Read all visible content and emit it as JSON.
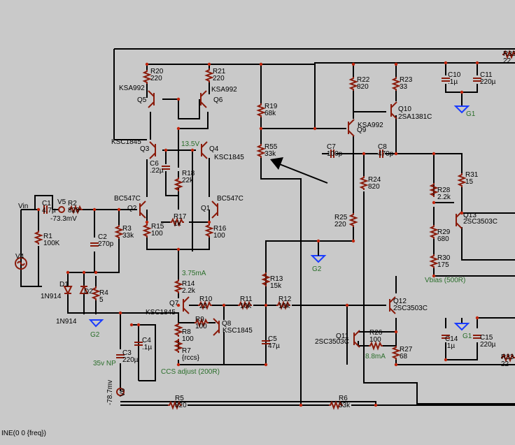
{
  "colors": {
    "background": "#c9c9c9",
    "wire": "#000000",
    "component": "#8a1a0a",
    "ground": "#1a3cff",
    "annotation": "#2a6e2a"
  },
  "resistors": [
    {
      "id": "R20",
      "value": "220"
    },
    {
      "id": "R21",
      "value": "220"
    },
    {
      "id": "R19",
      "value": "68k"
    },
    {
      "id": "R55",
      "value": "33k"
    },
    {
      "id": "R22",
      "value": "820"
    },
    {
      "id": "R23",
      "value": "33"
    },
    {
      "id": "R24",
      "value": "820"
    },
    {
      "id": "R25",
      "value": "220"
    },
    {
      "id": "R18",
      "value": "22k"
    },
    {
      "id": "R17",
      "value": "1k"
    },
    {
      "id": "R15",
      "value": "100"
    },
    {
      "id": "R16",
      "value": "100"
    },
    {
      "id": "R3",
      "value": "33k"
    },
    {
      "id": "R1",
      "value": "100K"
    },
    {
      "id": "R2",
      "value": "820"
    },
    {
      "id": "R4",
      "value": "5"
    },
    {
      "id": "R14",
      "value": "2.2k"
    },
    {
      "id": "R10",
      "value": "22"
    },
    {
      "id": "R11",
      "value": "10k"
    },
    {
      "id": "R12",
      "value": "10k"
    },
    {
      "id": "R13",
      "value": "15k"
    },
    {
      "id": "R9",
      "value": "100"
    },
    {
      "id": "R8",
      "value": "100"
    },
    {
      "id": "R7",
      "value": "{rccs}"
    },
    {
      "id": "R26",
      "value": "100"
    },
    {
      "id": "R27",
      "value": "68"
    },
    {
      "id": "R31",
      "value": "15"
    },
    {
      "id": "R28",
      "value": "2.2k"
    },
    {
      "id": "R29",
      "value": "680"
    },
    {
      "id": "R30",
      "value": "175"
    },
    {
      "id": "R5",
      "value": "820"
    },
    {
      "id": "R6",
      "value": "33k"
    },
    {
      "id": "R32",
      "value": "22"
    },
    {
      "id": "R33",
      "value": "22"
    }
  ],
  "capacitors": [
    {
      "id": "C10",
      "value": ".1µ"
    },
    {
      "id": "C11",
      "value": "220µ"
    },
    {
      "id": "C7",
      "value": "100p"
    },
    {
      "id": "C8",
      "value": "470p"
    },
    {
      "id": "C6",
      "value": ".22µ"
    },
    {
      "id": "C1",
      "value": "4.7µ"
    },
    {
      "id": "C2",
      "value": "270p"
    },
    {
      "id": "C5",
      "value": "47µ"
    },
    {
      "id": "C4",
      "value": ".1µ"
    },
    {
      "id": "C3",
      "value": "220µ"
    },
    {
      "id": "C14",
      "value": ".1µ"
    },
    {
      "id": "C15",
      "value": "220µ"
    }
  ],
  "transistors": [
    {
      "id": "Q5",
      "part": "KSA992"
    },
    {
      "id": "Q6",
      "part": "KSA992"
    },
    {
      "id": "Q3",
      "part": "KSC1845"
    },
    {
      "id": "Q4",
      "part": "KSC1845"
    },
    {
      "id": "Q2",
      "part": "BC547C"
    },
    {
      "id": "Q1",
      "part": "BC547C"
    },
    {
      "id": "Q9",
      "part": "KSA992"
    },
    {
      "id": "Q10",
      "part": "2SA1381C"
    },
    {
      "id": "Q13",
      "part": "2SC3503C"
    },
    {
      "id": "Q12",
      "part": "2SC3503C"
    },
    {
      "id": "Q11",
      "part": "2SC3503C"
    },
    {
      "id": "Q7",
      "part": "KSC1845"
    },
    {
      "id": "Q8",
      "part": "KSC1845"
    }
  ],
  "diodes": [
    {
      "id": "D1",
      "part": "1N914"
    },
    {
      "id": "D2",
      "part": "1N914"
    }
  ],
  "sources": [
    {
      "id": "V4"
    },
    {
      "id": "V5",
      "value": "-73.3mV"
    },
    {
      "id": "V6",
      "value": "-78.7mv"
    }
  ],
  "grounds": [
    "G1",
    "G2",
    "G2",
    "G1"
  ],
  "labels": {
    "vin": "Vin",
    "v13": "13.5V",
    "i375": "3.75mA",
    "i88": "8.8mA",
    "ccs": "CCS adjust (200R)",
    "vbias": "Vbias (500R)",
    "np": "35v NP",
    "d2part": "1N914",
    "cmd": "INE(0 0 {freq})"
  }
}
